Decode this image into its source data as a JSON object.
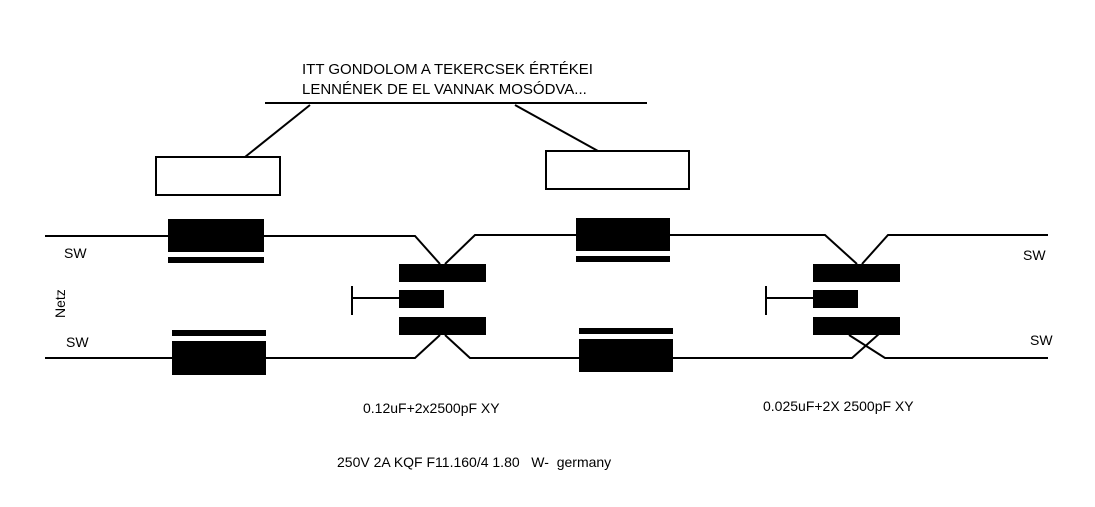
{
  "note": {
    "line1": "ITT GONDOLOM A TEKERCSEK ÉRTÉKEI",
    "line2": "LENNÉNEK DE EL VANNAK MOSÓDVA..."
  },
  "labels": {
    "sw_top_left": "SW",
    "sw_bottom_left": "SW",
    "sw_top_right": "SW",
    "sw_bottom_right": "SW",
    "netz": "Netz"
  },
  "captions": {
    "cap_left": "0.12uF+2x2500pF XY",
    "cap_right": "0.025uF+2X 2500pF XY",
    "rating": "250V 2A KQF F11.160/4 1.80   W-  germany"
  }
}
